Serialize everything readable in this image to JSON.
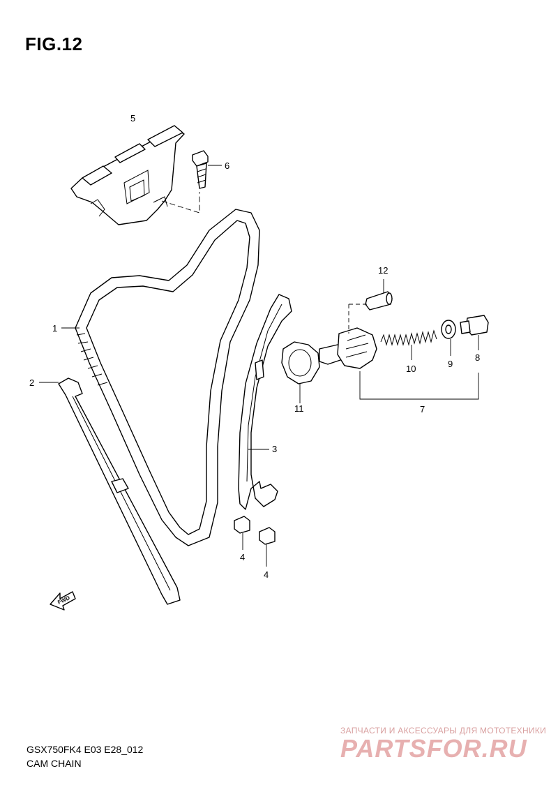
{
  "figure": {
    "title": "FIG.12"
  },
  "footer": {
    "model_code": "GSX750FK4 E03 E28_012",
    "caption": "CAM CHAIN"
  },
  "watermark": {
    "tagline": "ЗАПЧАСТИ И АКСЕССУАРЫ ДЛЯ МОТОТЕХНИКИ",
    "logo": "PARTSFOR.RU"
  },
  "direction_arrow": {
    "label": "FWD"
  },
  "callouts": {
    "p1": "1",
    "p2": "2",
    "p3": "3",
    "p4a": "4",
    "p4b": "4",
    "p5": "5",
    "p6": "6",
    "p7": "7",
    "p8": "8",
    "p9": "9",
    "p10": "10",
    "p11": "11",
    "p12": "12"
  }
}
